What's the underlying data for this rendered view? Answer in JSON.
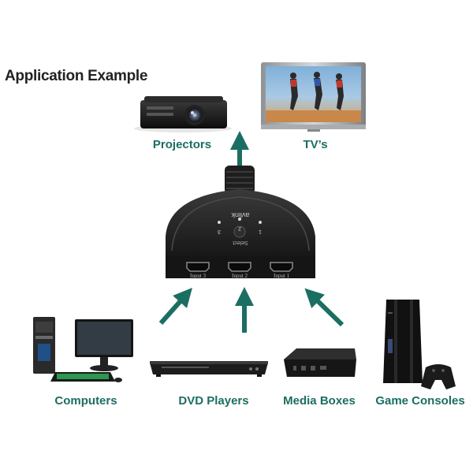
{
  "title": "Application Example",
  "colors": {
    "accent": "#1b6e62",
    "label": "#1b6e62",
    "device": "#1a1a1a"
  },
  "switch": {
    "brand": "avlink",
    "select_label": "Select",
    "input_labels": [
      "Input 3",
      "Input 2",
      "Input 1"
    ],
    "indicator_numbers": [
      "3",
      "2",
      "1"
    ]
  },
  "outputs": [
    {
      "label": "Projectors",
      "icon": "projector-icon"
    },
    {
      "label": "TV’s",
      "icon": "tv-icon"
    }
  ],
  "inputs": [
    {
      "label": "Computers",
      "icon": "computer-icon"
    },
    {
      "label": "DVD Players",
      "icon": "dvd-player-icon"
    },
    {
      "label": "Media Boxes",
      "icon": "media-box-icon"
    },
    {
      "label": "Game Consoles",
      "icon": "game-console-icon"
    }
  ]
}
